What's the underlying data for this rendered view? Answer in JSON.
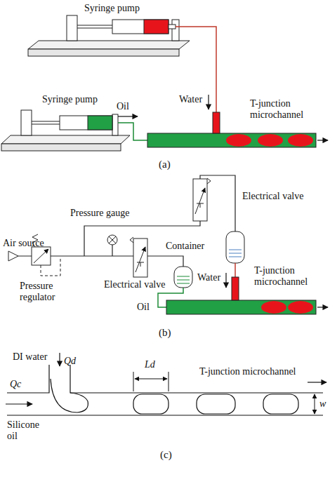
{
  "diagram": {
    "labels": [
      "Syringe pump",
      "Water",
      "Syringe pump",
      "Oil",
      "T-junction microchannel",
      "(a)",
      "Pressure gauge",
      "Electrical valve",
      "Container",
      "Air source",
      "Pressure regulator",
      "Electrical valve",
      "Water",
      "T-junction microchannel",
      "Oil",
      "(b)",
      "DI water",
      "Qd",
      "Ld",
      "T-junction microchannel",
      "Qc",
      "w",
      "Silicone oil",
      "(c)"
    ]
  }
}
